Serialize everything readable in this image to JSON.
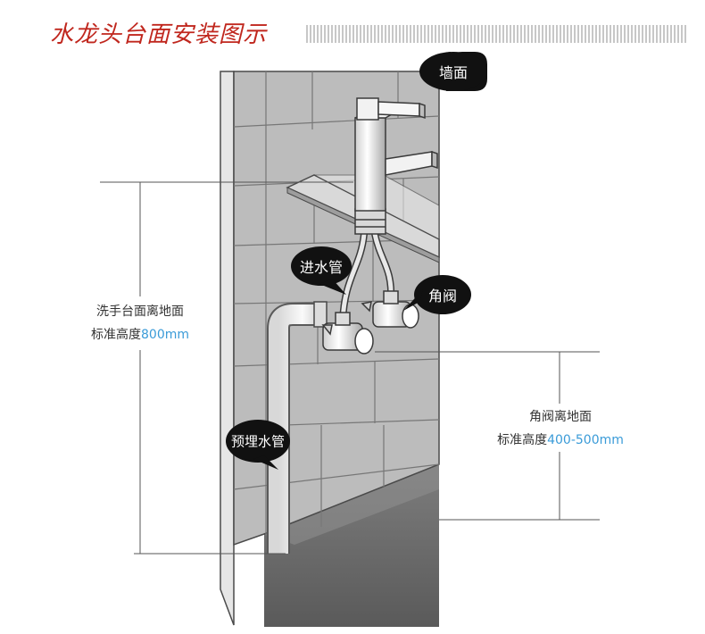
{
  "title": "水龙头台面安装图示",
  "callouts": {
    "wall": "墙面",
    "inlet_pipe": "进水管",
    "angle_valve": "角阀",
    "embedded_pipe": "预埋水管"
  },
  "dimensions": {
    "basin": {
      "line1": "洗手台面离地面",
      "line2_prefix": "标准高度",
      "value": "800mm"
    },
    "valve": {
      "line1": "角阀离地面",
      "line2_prefix": "标准高度",
      "value": "400-500mm"
    }
  },
  "colors": {
    "title": "#c0271e",
    "value_highlight": "#3a9bd8",
    "callout_fill": "#111111"
  }
}
